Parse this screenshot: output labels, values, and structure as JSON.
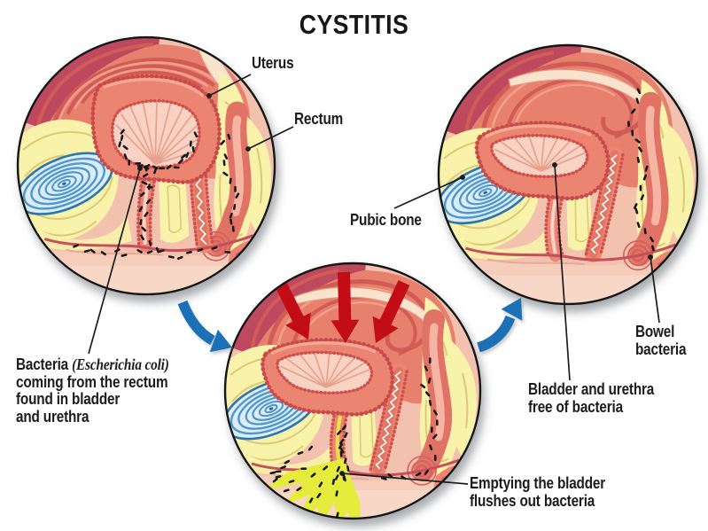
{
  "title": "CYSTITIS",
  "labels": {
    "uterus": "Uterus",
    "rectum": "Rectum",
    "pubic_bone": "Pubic bone",
    "bacteria_prefix": "Bacteria ",
    "bacteria_species": "(Escherichia coli)",
    "bacteria_rest": "coming from the rectum\nfound in bladder\nand urethra",
    "bladder_free": "Bladder and urethra\nfree of bacteria",
    "bowel_bacteria": "Bowel\nbacteria",
    "emptying": "Emptying the bladder\nflushes out bacteria"
  },
  "colors": {
    "background": "#ffffff",
    "text": "#1c1c1c",
    "skin_pink": "#f3c2af",
    "organ_salmon": "#ec8472",
    "organ_dark_red": "#d4574f",
    "fat_yellow": "#f8f2ab",
    "bone_blue": "#4e97ca",
    "flow_arrow_blue": "#1e70b5",
    "pressure_arrow_red": "#c30d12",
    "bacteria_black": "#141414",
    "urine_yellow": "#e6ec3b"
  }
}
